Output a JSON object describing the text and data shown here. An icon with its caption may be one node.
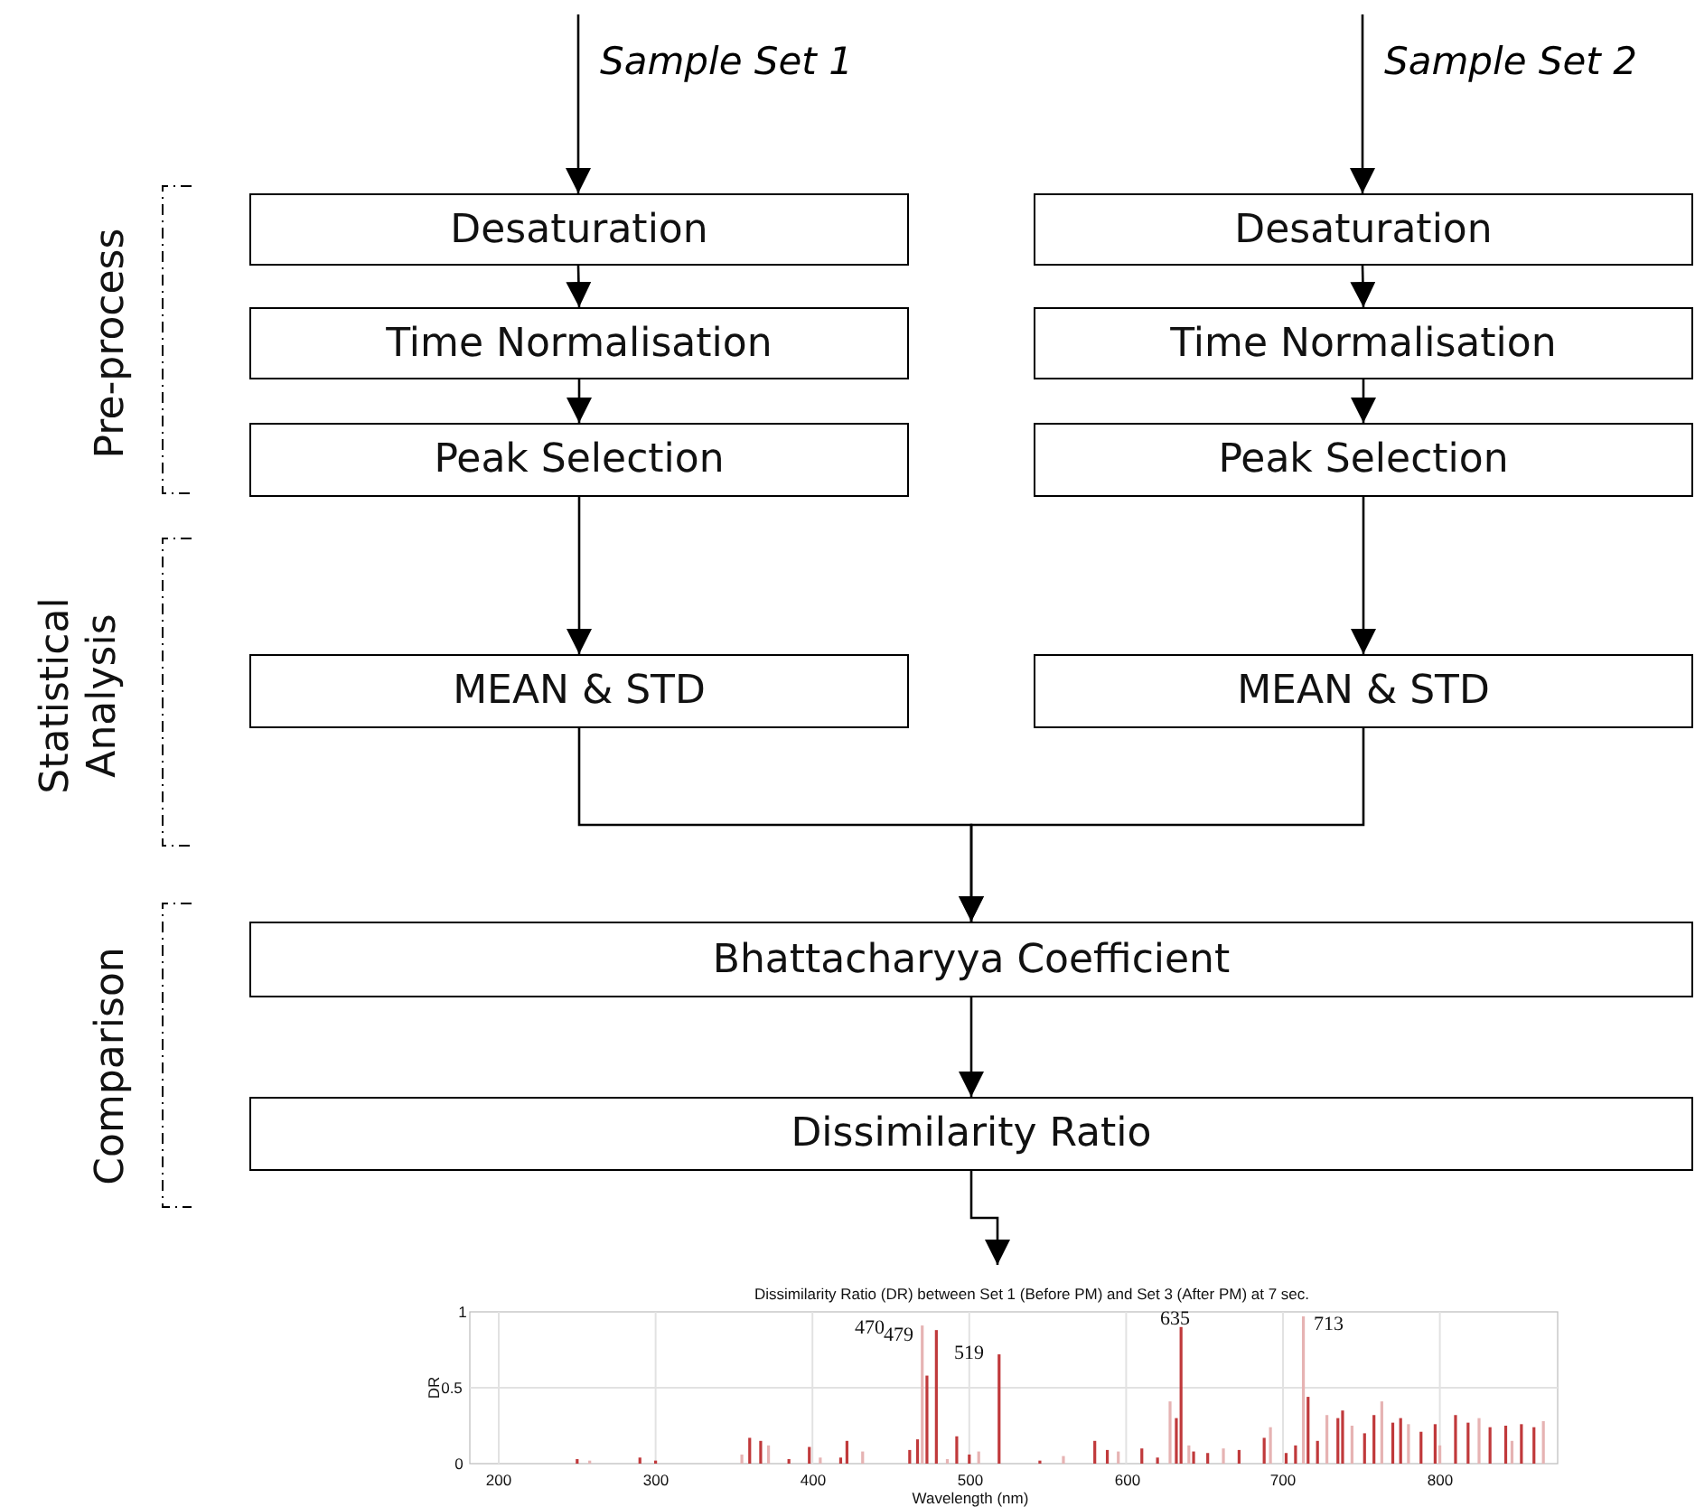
{
  "diagram": {
    "nodes": [
      {
        "text": [
          "Desaturation"
        ]
      },
      {
        "text": [
          "Desaturation"
        ]
      },
      {
        "text": [
          "Time Normalisation"
        ]
      },
      {
        "text": [
          "Time Normalisation"
        ]
      },
      {
        "text": [
          "Peak Selection"
        ]
      },
      {
        "text": [
          "Peak Selection"
        ]
      },
      {
        "text": [
          "MEAN & STD"
        ]
      },
      {
        "text": [
          "MEAN & STD"
        ]
      },
      {
        "text": [
          "Bhattacharyya Coefficient"
        ]
      },
      {
        "text": [
          "Dissimilarity Ratio"
        ]
      },
      {
        "text": [],
        "shape": "picture"
      }
    ],
    "edges": [
      {
        "from": null,
        "to": 0,
        "arrow": "to",
        "label": "Sample Set 1"
      },
      {
        "from": null,
        "to": 1,
        "arrow": "to",
        "label": "Sample Set 2"
      },
      {
        "from": 0,
        "to": 2,
        "arrow": "to"
      },
      {
        "from": 1,
        "to": 3,
        "arrow": "to"
      },
      {
        "from": 2,
        "to": 4,
        "arrow": "to"
      },
      {
        "from": 3,
        "to": 5,
        "arrow": "to"
      },
      {
        "from": 4,
        "to": 6,
        "arrow": "to"
      },
      {
        "from": 5,
        "to": 7,
        "arrow": "to"
      },
      {
        "from": 6,
        "to": 8,
        "arrow": "to"
      },
      {
        "from": 7,
        "to": 8,
        "arrow": "to"
      },
      {
        "from": 8,
        "to": 9,
        "arrow": "to"
      },
      {
        "from": 9,
        "to": 10,
        "arrow": "to"
      }
    ],
    "labels": [
      "Pre-process",
      "Statistical Analysis",
      "Comparison",
      "Dissimilarity Ratio (DR) between Set 1 (Before PM) and Set 3 (After PM) at 7 sec.",
      "1",
      "470",
      "479",
      "635",
      "713",
      "519",
      "DR",
      "0.5",
      "0",
      "200",
      "300",
      "400",
      "500",
      "600",
      "700",
      "800",
      "Wavelength (nm)"
    ]
  }
}
